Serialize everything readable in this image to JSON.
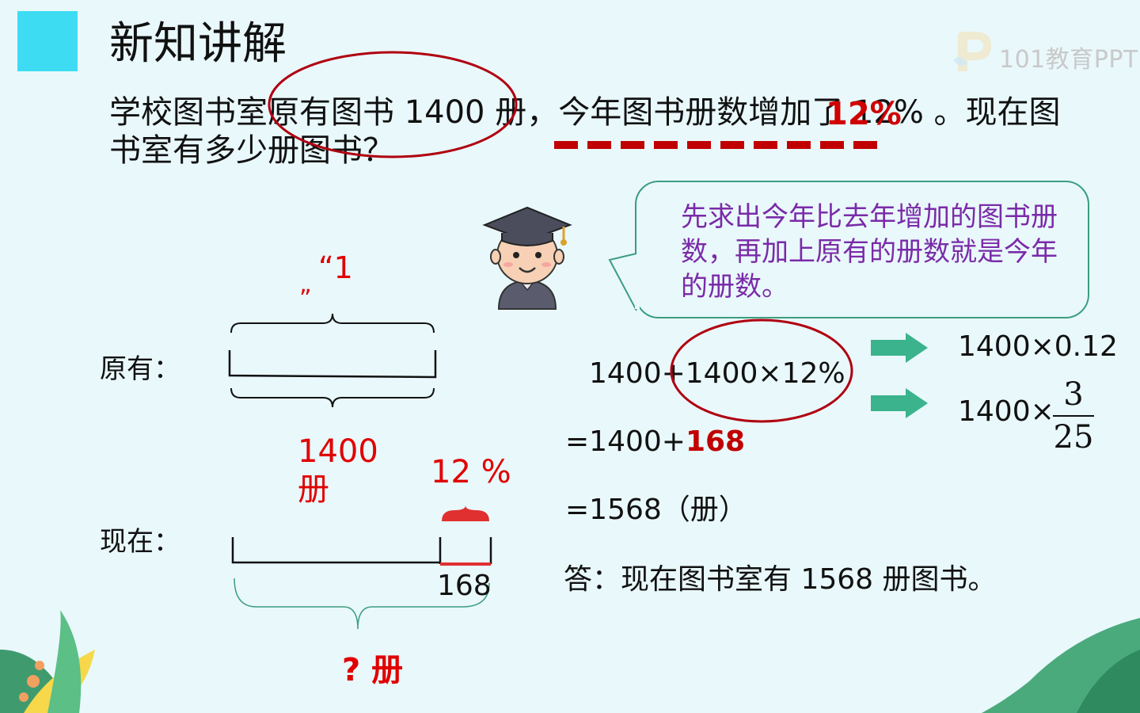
{
  "header": {
    "title": "新知讲解",
    "watermark": "101教育PPT"
  },
  "problem": {
    "text": "学校图书室原有图书 1400 册，今年图书册数增加了 12% 。现在图书室有多少册图书？",
    "highlight": "12%"
  },
  "tip": {
    "text": "先求出今年比去年增加的图书册数，再加上原有的册数就是今年的册数。"
  },
  "diagram": {
    "unit_label_top": "“1",
    "unit_label_bottom": "”",
    "original_label": "原有：",
    "original_amount": "1400",
    "original_unit": "册",
    "percent_label": "12 %",
    "now_label": "现在：",
    "increase_value": "168",
    "total_label": "? 册"
  },
  "solution": {
    "line1": "1400+1400×12%",
    "line2_prefix": "=1400+",
    "line2_value": "168",
    "line3": "=1568（册）",
    "answer": "答：现在图书室有 1568 册图书。",
    "alt1": "1400×0.12",
    "alt2_prefix": "1400×",
    "alt2_num": "3",
    "alt2_den": "25"
  },
  "colors": {
    "accent_square": "#3ddcf2",
    "red": "#e00000",
    "tip_purple": "#7a2ba8",
    "arrow_green": "#3bb38c"
  }
}
